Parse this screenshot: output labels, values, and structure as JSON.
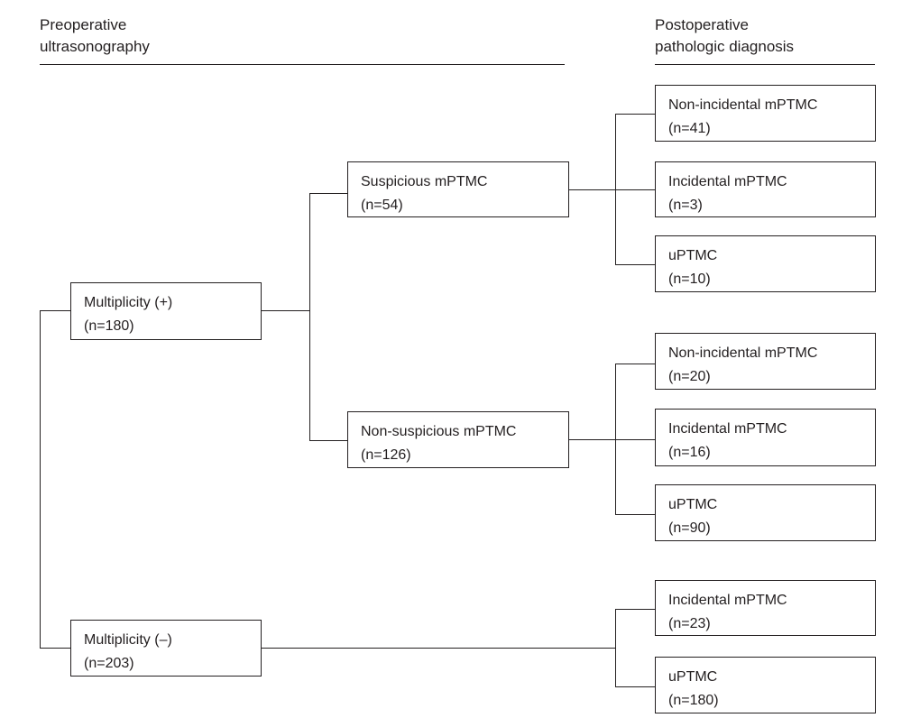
{
  "headers": {
    "preop": {
      "line1": "Preoperative",
      "line2": "ultrasonography"
    },
    "postop": {
      "line1": "Postoperative",
      "line2": "pathologic diagnosis"
    }
  },
  "nodes": {
    "mult_pos": {
      "label": "Multiplicity (+)",
      "count": "(n=180)"
    },
    "mult_neg": {
      "label": "Multiplicity (–)",
      "count": "(n=203)"
    },
    "suspicious": {
      "label": "Suspicious mPTMC",
      "count": "(n=54)"
    },
    "nonsuspicious": {
      "label": "Non-suspicious mPTMC",
      "count": "(n=126)"
    },
    "s_nonincidental": {
      "label": "Non-incidental mPTMC",
      "count": "(n=41)"
    },
    "s_incidental": {
      "label": "Incidental mPTMC",
      "count": "(n=3)"
    },
    "s_uptmc": {
      "label": "uPTMC",
      "count": "(n=10)"
    },
    "ns_nonincidental": {
      "label": "Non-incidental mPTMC",
      "count": "(n=20)"
    },
    "ns_incidental": {
      "label": "Incidental mPTMC",
      "count": "(n=16)"
    },
    "ns_uptmc": {
      "label": "uPTMC",
      "count": "(n=90)"
    },
    "neg_incidental": {
      "label": "Incidental mPTMC",
      "count": "(n=23)"
    },
    "neg_uptmc": {
      "label": "uPTMC",
      "count": "(n=180)"
    }
  }
}
